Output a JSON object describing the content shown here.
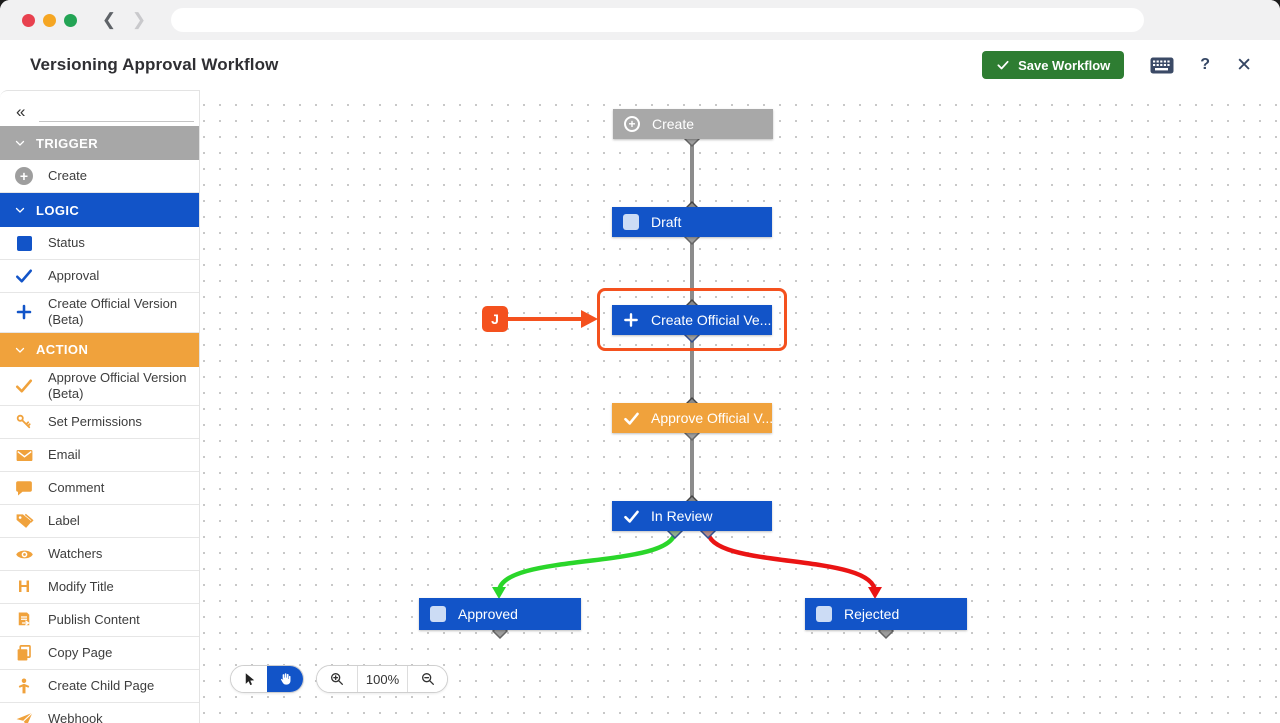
{
  "chrome": {
    "url_value": ""
  },
  "header": {
    "title": "Versioning Approval Workflow",
    "save_label": "Save Workflow",
    "help_label": "?",
    "close_label": "✕"
  },
  "sidebar": {
    "collapse_icon": "«",
    "search_placeholder": "",
    "sections": {
      "trigger": {
        "label": "TRIGGER",
        "color": "#a7a7a7"
      },
      "logic": {
        "label": "LOGIC",
        "color": "#1254c8"
      },
      "action": {
        "label": "ACTION",
        "color": "#f0a23c"
      }
    },
    "items": {
      "create": {
        "label": "Create"
      },
      "status": {
        "label": "Status"
      },
      "approval": {
        "label": "Approval"
      },
      "create_official_version": {
        "label": "Create Official Version (Beta)"
      },
      "approve_official_version": {
        "label": "Approve Official Version (Beta)"
      },
      "set_permissions": {
        "label": "Set Permissions"
      },
      "email": {
        "label": "Email"
      },
      "comment": {
        "label": "Comment"
      },
      "label": {
        "label": "Label"
      },
      "watchers": {
        "label": "Watchers"
      },
      "modify_title": {
        "label": "Modify Title",
        "icon_letter": "H"
      },
      "publish_content": {
        "label": "Publish Content"
      },
      "copy_page": {
        "label": "Copy Page"
      },
      "create_child_page": {
        "label": "Create Child Page"
      },
      "webhook": {
        "label": "Webhook"
      }
    }
  },
  "canvas": {
    "nodes": {
      "create": {
        "label": "Create",
        "kind": "trigger"
      },
      "draft": {
        "label": "Draft",
        "kind": "status"
      },
      "create_official": {
        "label": "Create Official Ve...",
        "kind": "logic"
      },
      "approve_official": {
        "label": "Approve Official V...",
        "kind": "action"
      },
      "in_review": {
        "label": "In Review",
        "kind": "status"
      },
      "approved": {
        "label": "Approved",
        "kind": "status"
      },
      "rejected": {
        "label": "Rejected",
        "kind": "status"
      }
    },
    "annotation": {
      "badge": "J"
    },
    "toolbar": {
      "zoom_level": "100%"
    }
  },
  "colors": {
    "node_blue": "#1254c8",
    "node_gray": "#a8a8a8",
    "node_orange": "#f0a23c",
    "selection_orange": "#f4511e",
    "edge_green": "#2ad62a",
    "edge_red": "#ea1414",
    "save_green": "#2e7d32"
  }
}
